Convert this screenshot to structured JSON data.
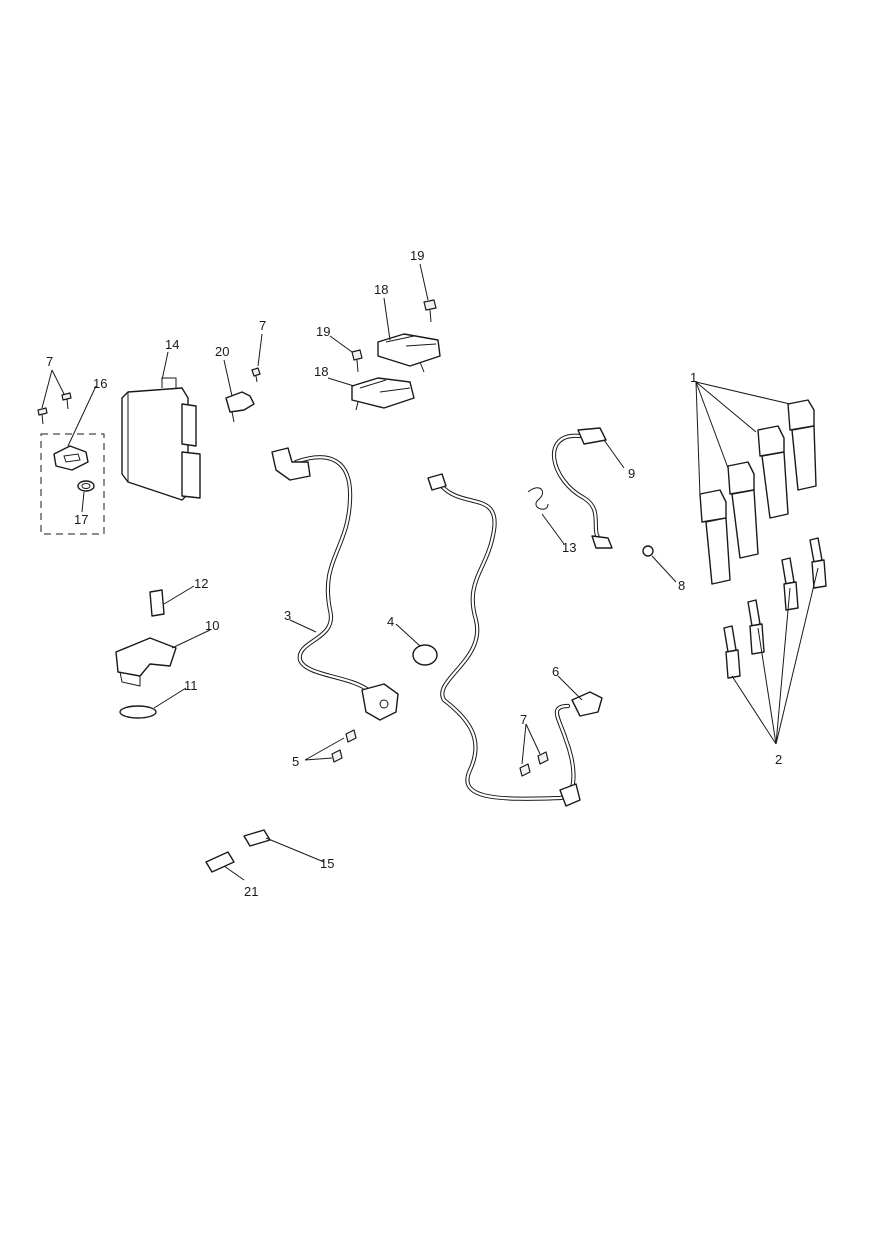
{
  "callouts": {
    "c1": "1",
    "c2": "2",
    "c3": "3",
    "c4": "4",
    "c5": "5",
    "c6": "6",
    "c7a": "7",
    "c7b": "7",
    "c7c": "7",
    "c8": "8",
    "c9": "9",
    "c10": "10",
    "c11": "11",
    "c12": "12",
    "c13": "13",
    "c14": "14",
    "c15": "15",
    "c16": "16",
    "c17": "17",
    "c18a": "18",
    "c18b": "18",
    "c19a": "19",
    "c19b": "19",
    "c20": "20",
    "c21": "21"
  }
}
